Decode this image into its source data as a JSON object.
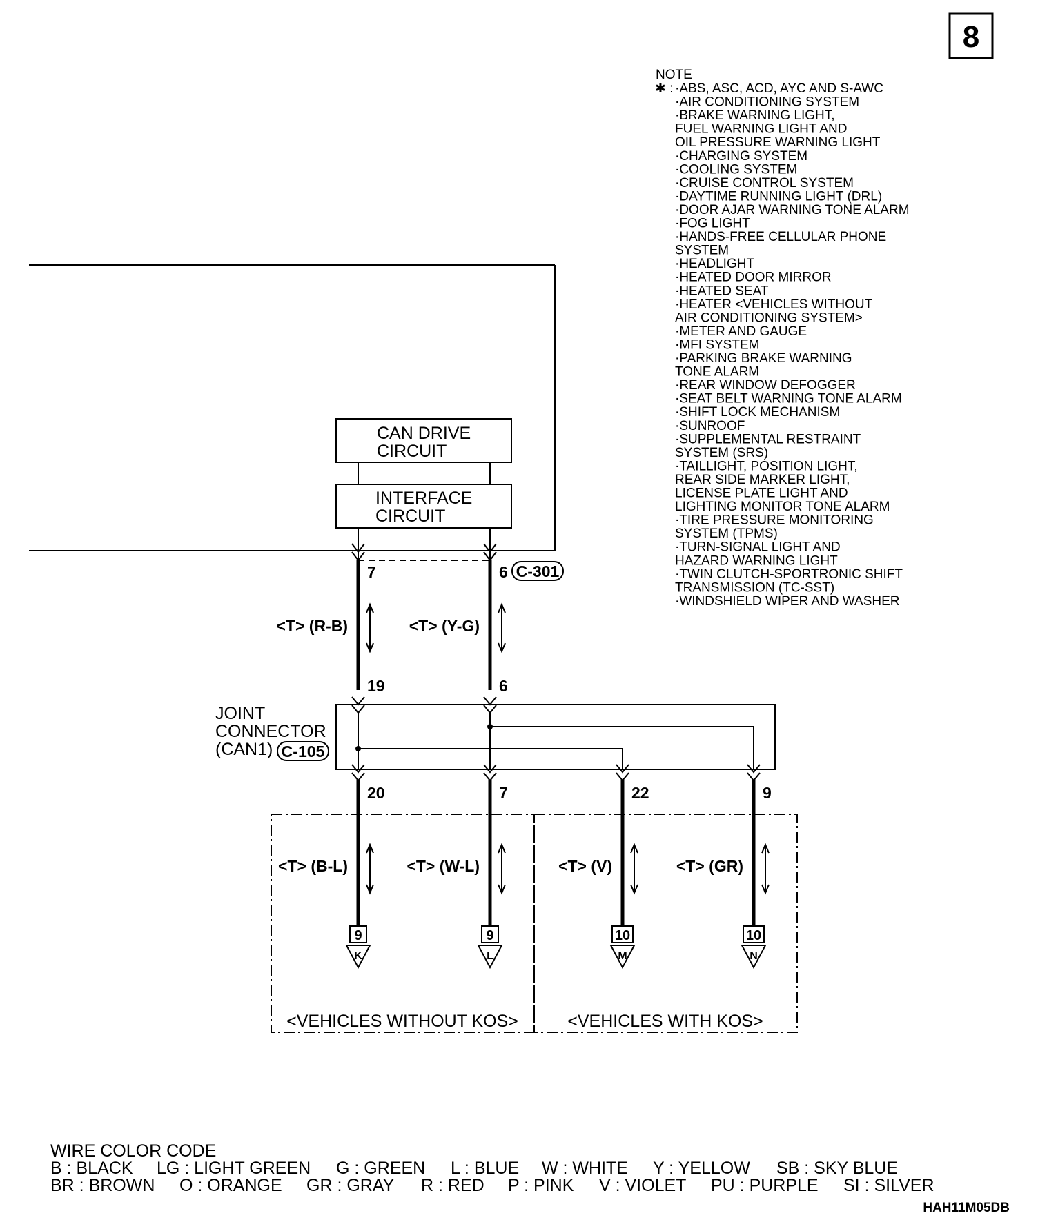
{
  "page_number": "8",
  "note": {
    "heading": "NOTE",
    "marker": "✱ :",
    "lines": [
      "·ABS, ASC, ACD, AYC AND S-AWC",
      "·AIR CONDITIONING SYSTEM",
      "·BRAKE WARNING LIGHT,",
      " FUEL WARNING LIGHT AND",
      " OIL PRESSURE WARNING LIGHT",
      "·CHARGING SYSTEM",
      "·COOLING SYSTEM",
      "·CRUISE CONTROL SYSTEM",
      "·DAYTIME RUNNING LIGHT (DRL)",
      "·DOOR AJAR WARNING TONE ALARM",
      "·FOG LIGHT",
      "·HANDS-FREE CELLULAR PHONE",
      " SYSTEM",
      "·HEADLIGHT",
      "·HEATED DOOR MIRROR",
      "·HEATED SEAT",
      "·HEATER <VEHICLES WITHOUT",
      " AIR CONDITIONING SYSTEM>",
      "·METER AND GAUGE",
      "·MFI SYSTEM",
      "·PARKING BRAKE WARNING",
      " TONE ALARM",
      "·REAR WINDOW DEFOGGER",
      "·SEAT BELT WARNING TONE ALARM",
      "·SHIFT LOCK MECHANISM",
      "·SUNROOF",
      "·SUPPLEMENTAL RESTRAINT",
      " SYSTEM (SRS)",
      "·TAILLIGHT, POSITION LIGHT,",
      " REAR SIDE MARKER LIGHT,",
      " LICENSE PLATE LIGHT AND",
      " LIGHTING MONITOR TONE ALARM",
      "·TIRE PRESSURE MONITORING",
      " SYSTEM (TPMS)",
      "·TURN-SIGNAL LIGHT AND",
      " HAZARD WARNING LIGHT",
      "·TWIN CLUTCH-SPORTRONIC SHIFT",
      " TRANSMISSION (TC-SST)",
      "·WINDSHIELD WIPER AND WASHER"
    ]
  },
  "blocks": {
    "can_drive": [
      "CAN DRIVE",
      "CIRCUIT"
    ],
    "interface": [
      "INTERFACE",
      "CIRCUIT"
    ]
  },
  "connector_c301": {
    "label": "C-301",
    "pin_left": "7",
    "pin_right": "6"
  },
  "upper_wires": [
    {
      "label": "<T> (R-B)"
    },
    {
      "label": "<T> (Y-G)"
    }
  ],
  "joint_connector": {
    "label_lines": [
      "JOINT",
      "CONNECTOR",
      "(CAN1)"
    ],
    "connector": "C-105",
    "pins_in": [
      "19",
      "6"
    ],
    "pins_out": [
      "20",
      "7",
      "22",
      "9"
    ]
  },
  "lower_wires": [
    {
      "label": "<T> (B-L)",
      "sheet": "9",
      "connector_letter": "K"
    },
    {
      "label": "<T> (W-L)",
      "sheet": "9",
      "connector_letter": "L"
    },
    {
      "label": "<T> (V)",
      "sheet": "10",
      "connector_letter": "M"
    },
    {
      "label": "<T> (GR)",
      "sheet": "10",
      "connector_letter": "N"
    }
  ],
  "groups": {
    "without_kos": "<VEHICLES WITHOUT KOS>",
    "with_kos": "<VEHICLES WITH KOS>"
  },
  "wire_color_code": {
    "title": "WIRE COLOR CODE",
    "row1": [
      "B : BLACK",
      "LG : LIGHT GREEN",
      "G : GREEN",
      "L : BLUE",
      "W : WHITE",
      "Y : YELLOW",
      "SB : SKY BLUE"
    ],
    "row2": [
      "BR : BROWN",
      "O : ORANGE",
      "GR : GRAY",
      "R : RED",
      "P : PINK",
      "V : VIOLET",
      "PU : PURPLE",
      "SI : SILVER"
    ]
  },
  "figure_code": "HAH11M05DB"
}
